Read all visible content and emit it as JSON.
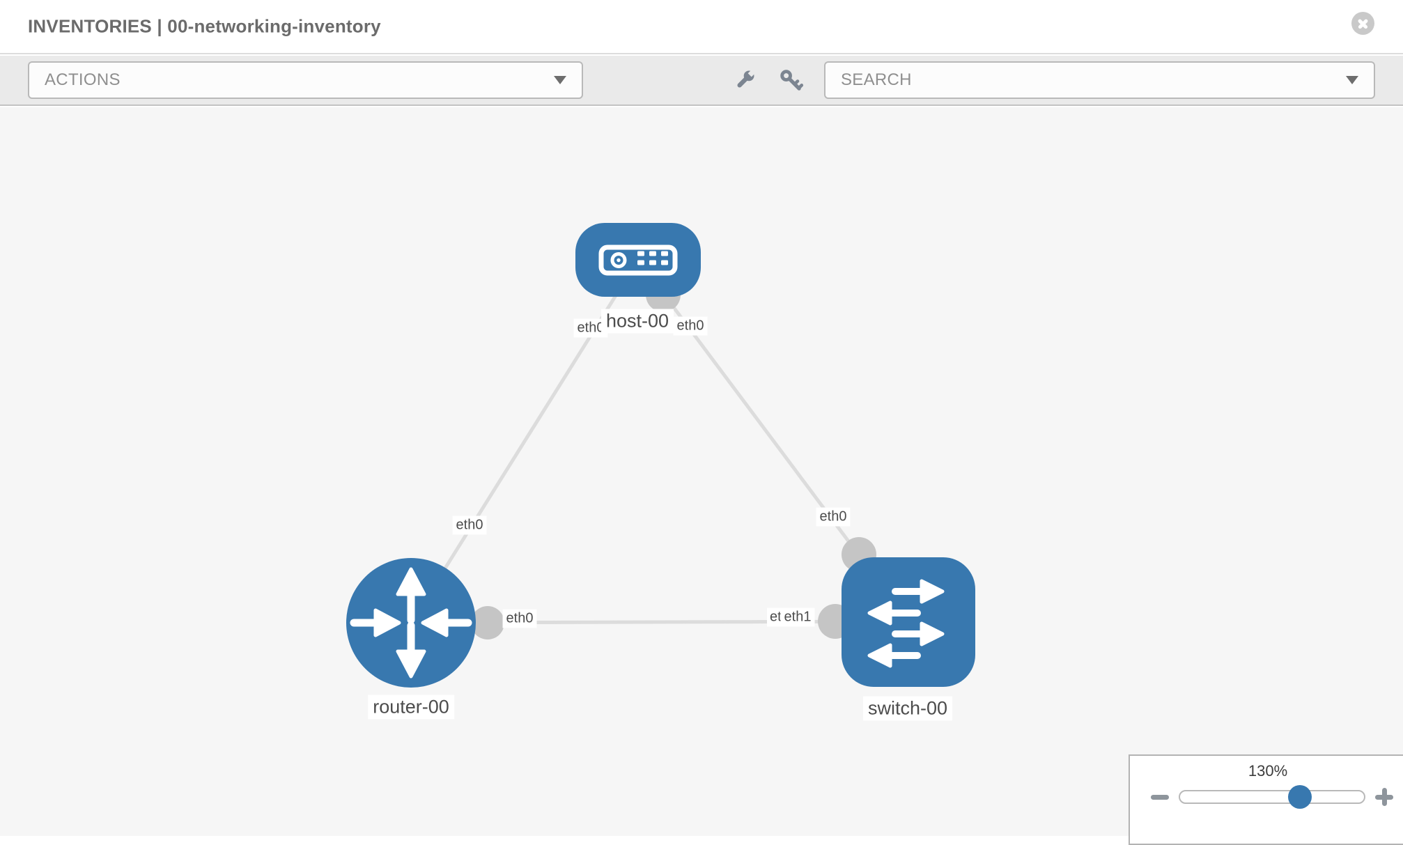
{
  "header": {
    "title": "INVENTORIES | 00-networking-inventory"
  },
  "toolbar": {
    "actions_label": "ACTIONS",
    "search_label": "SEARCH"
  },
  "topology": {
    "nodes": {
      "host": {
        "label": "host-00",
        "type": "host"
      },
      "router": {
        "label": "router-00",
        "type": "router"
      },
      "switch": {
        "label": "switch-00",
        "type": "switch"
      }
    },
    "interfaces": {
      "host_to_router": "eth0",
      "host_to_switch": "eth0",
      "router_to_host": "eth0",
      "router_to_switch": "eth0",
      "switch_to_host": "eth0",
      "switch_to_router": "eth1",
      "switch_partial": "eth0"
    },
    "links": [
      {
        "from": "host-00",
        "to": "router-00"
      },
      {
        "from": "host-00",
        "to": "switch-00"
      },
      {
        "from": "router-00",
        "to": "switch-00"
      }
    ]
  },
  "zoom_panel": {
    "level": "130%"
  },
  "colors": {
    "node_blue": "#3878af",
    "link_gray": "#dcdcdc",
    "port_gray": "#c5c5c5",
    "canvas_bg": "#f6f6f6"
  }
}
